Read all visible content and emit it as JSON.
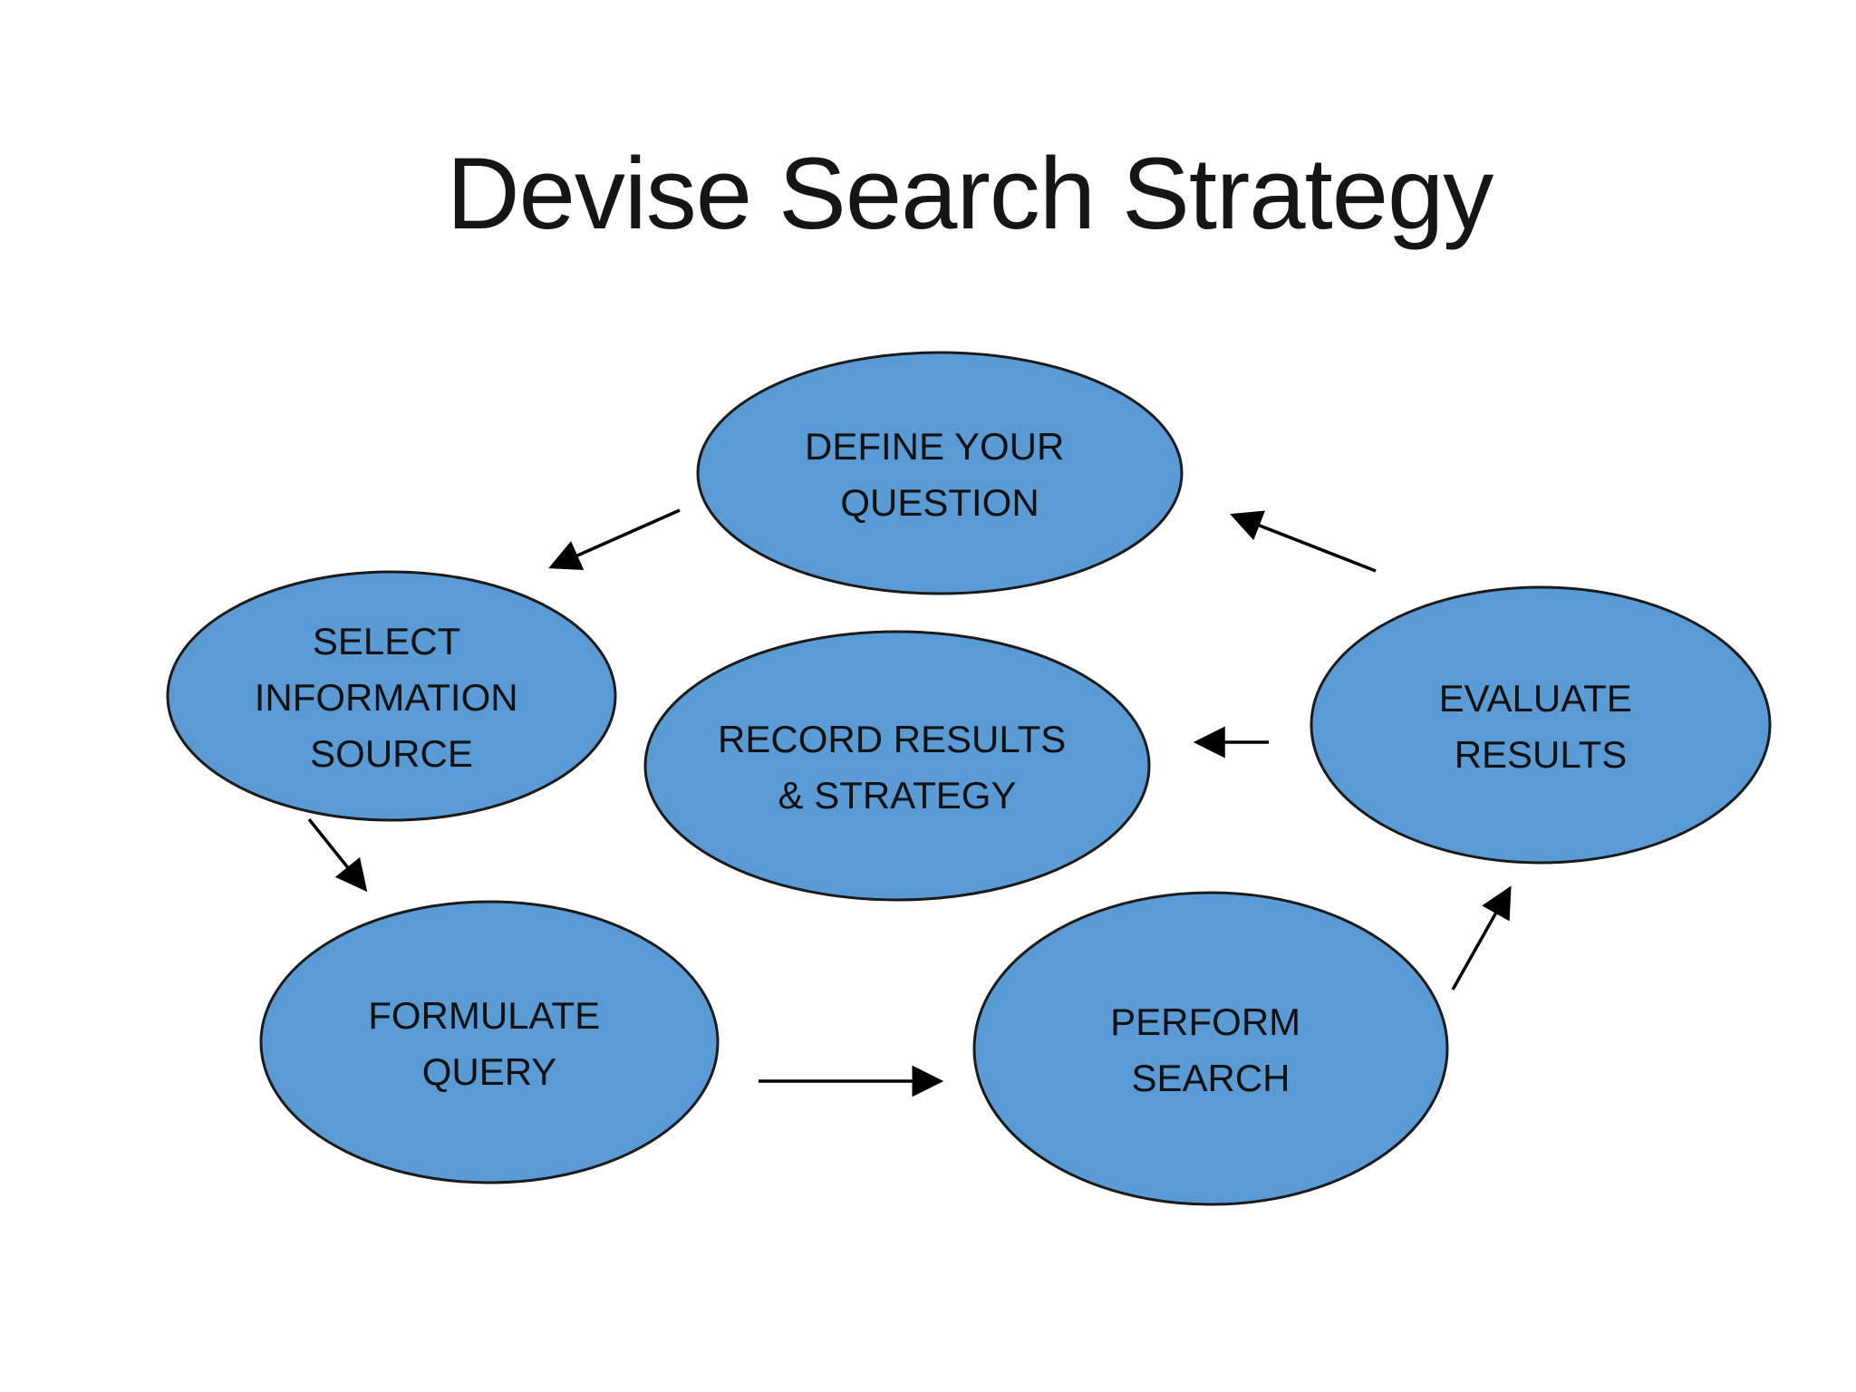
{
  "title": "Devise Search Strategy",
  "diagram": {
    "nodes": [
      {
        "id": "define-your-question",
        "lines": [
          "DEFINE YOUR",
          "QUESTION"
        ]
      },
      {
        "id": "select-information-source",
        "lines": [
          "SELECT",
          "INFORMATION",
          "SOURCE"
        ]
      },
      {
        "id": "record-results-strategy",
        "lines": [
          "RECORD RESULTS",
          "& STRATEGY"
        ]
      },
      {
        "id": "evaluate-results",
        "lines": [
          "EVALUATE",
          "RESULTS"
        ]
      },
      {
        "id": "formulate-query",
        "lines": [
          "FORMULATE",
          "QUERY"
        ]
      },
      {
        "id": "perform-search",
        "lines": [
          "PERFORM",
          "SEARCH"
        ]
      }
    ],
    "edges": [
      {
        "from": "define-your-question",
        "to": "select-information-source"
      },
      {
        "from": "select-information-source",
        "to": "formulate-query"
      },
      {
        "from": "formulate-query",
        "to": "perform-search"
      },
      {
        "from": "perform-search",
        "to": "evaluate-results"
      },
      {
        "from": "evaluate-results",
        "to": "record-results-strategy"
      },
      {
        "from": "evaluate-results",
        "to": "define-your-question"
      }
    ],
    "colors": {
      "background": "#FFFFFF",
      "node_fill": "#5B9BD5",
      "node_stroke": "#1B1B1B",
      "arrow": "#000000",
      "text": "#111111",
      "title": "#151515"
    }
  }
}
